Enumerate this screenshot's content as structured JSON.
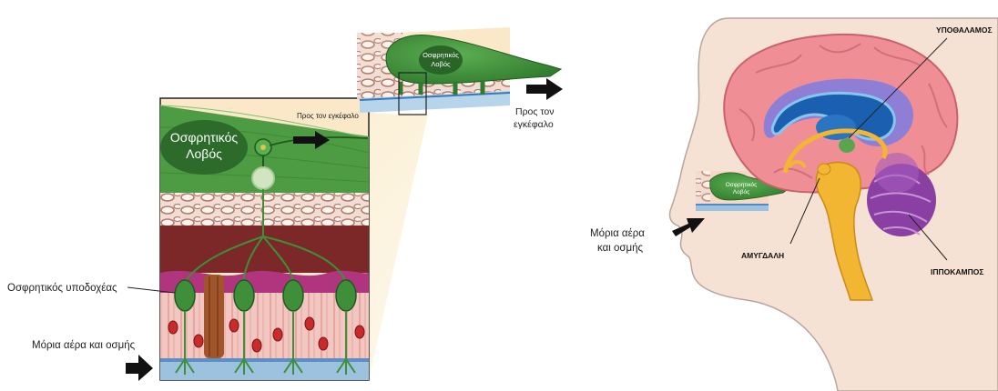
{
  "labels": {
    "zoom_bulb_main": [
      "Οσφρητικός",
      "Λοβός"
    ],
    "zoom_to_brain": "Προς τον εγκέφαλο",
    "receptor": "Οσφρητικός υποδοχέας",
    "odor_bottom": "Μόρια αέρα και οσμής",
    "mid_bulb": [
      "Οσφρητικός",
      "Λοβός"
    ],
    "mid_to_brain": [
      "Προς τον",
      "εγκέφαλο"
    ],
    "head_bulb": [
      "Οσφρητικός",
      "Λοβός"
    ],
    "head_odor": [
      "Μόρια αέρα",
      "και οσμής"
    ],
    "hypothalamus": "ΥΠΟΘΑΛΑΜΟΣ",
    "amygdala": "ΑΜΥΓΔΑΛΗ",
    "hippocampus": "ΙΠΠΟΚΑΜΠΟΣ"
  },
  "colors": {
    "bulb_green": "#3e8e3a",
    "cortex_pink": "#ef8f95",
    "cortex_dark": "#d9707c",
    "ventricle_blue": "#1b5fb0",
    "brainstem_yellow": "#f2b632",
    "cerebellum_purple": "#8a3fa3",
    "skin": "#f6e2d4",
    "tissue_red": "#c92b2b"
  }
}
